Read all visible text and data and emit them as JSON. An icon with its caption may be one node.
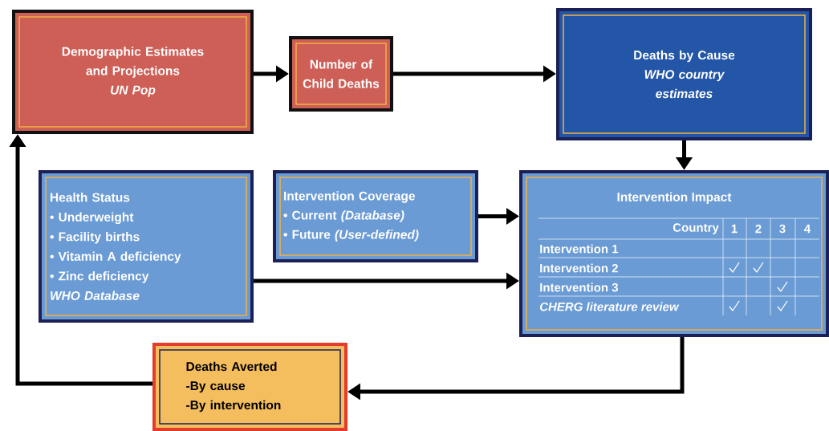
{
  "diagram": {
    "nodes": [
      {
        "text": [
          "Demographic Estimates and Projections",
          "UN Pop"
        ]
      },
      {
        "text": [
          "Number of Child Deaths"
        ]
      },
      {
        "text": [
          "Deaths by Cause",
          "WHO country estimates"
        ]
      },
      {
        "text": [
          "Health Status",
          "• Underweight",
          "• Facility births",
          "• Vitamin A deficiency",
          "• Zinc deficiency",
          "WHO Database"
        ]
      },
      {
        "text": [
          "Intervention Coverage",
          "• Current *(Database)*",
          "• Future *(User-defined)*"
        ]
      },
      {
        "text": [
          "Intervention Impact"
        ]
      },
      {
        "text": [
          "Deaths Averted",
          "-By cause",
          "-By intervention"
        ]
      }
    ],
    "edges": [
      {
        "from": 0,
        "to": 1,
        "arrow": "to"
      },
      {
        "from": 1,
        "to": 2,
        "arrow": "to"
      },
      {
        "from": 2,
        "to": 5,
        "arrow": "to"
      },
      {
        "from": 4,
        "to": 5,
        "arrow": "to"
      },
      {
        "from": 3,
        "to": 5,
        "arrow": "to"
      },
      {
        "from": 5,
        "to": 6,
        "arrow": "to"
      },
      {
        "from": 6,
        "to": 0,
        "arrow": "to"
      }
    ],
    "labels": [
      "Country",
      "1",
      "2",
      "3",
      "4",
      "Intervention 1",
      "Intervention 2",
      "Intervention 3",
      "CHERG literature review"
    ]
  }
}
